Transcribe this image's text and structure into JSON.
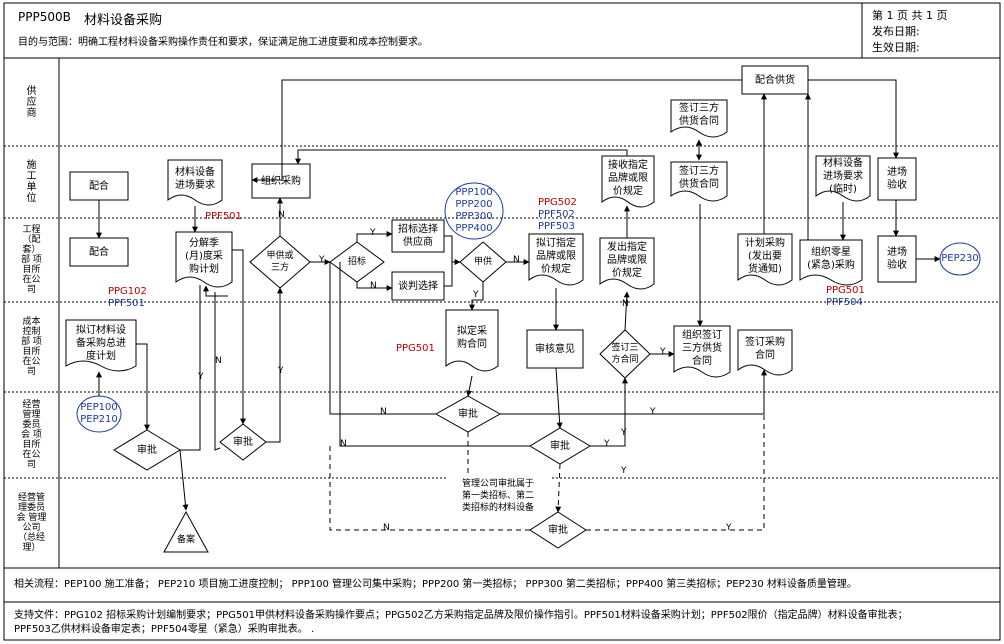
{
  "header": {
    "code": "PPP500B",
    "title": "材料设备采购",
    "purpose": "目的与范围：明确工程材料设备采购操作责任和要求，保证满足施工进度要和成本控制要求。",
    "page_info": "第 1 页    共 1 页",
    "publish_date": "发布日期:",
    "effective_date": "生效日期:"
  },
  "lanes": [
    {
      "label": "供应商"
    },
    {
      "label": "施工单位"
    },
    {
      "label": "工程（配套）部 项目所在公司"
    },
    {
      "label": "成本控制部 项目所在公司"
    },
    {
      "label": "经营管理委员会 项目所在公司"
    },
    {
      "label": "经营管理委员会 管理公司 （总经理）"
    }
  ],
  "nodes": {
    "peihe_top": "配合",
    "peihe_mid": "配合",
    "cailiao_yaoqiu": "材料设备\n进场要求",
    "fenjie_plan": "分解季\n(月)度采\n购计划",
    "zuzhi_caigou": "组织采购",
    "jiafu_sanfang": "甲供或\n三方",
    "zhaobiao": "招标",
    "zhaobiao_xuanze": "招标选择\n供应商",
    "tanpan_xuanze": "谈判选择",
    "jiagong": "甲供",
    "niding_pinpai": "拟订指定\n品牌或限\n价规定",
    "jieshou_pinpai": "接收指定\n品牌或限\n价规定",
    "qianding_top": "签订三方\n供货合同",
    "qianding_mid": "签订三方\n供货合同",
    "peihe_gonghuo": "配合供货",
    "chuju_pinpai": "发出指定\n品牌或限\n价规定",
    "jihua_caigou": "计划采购\n(发出要\n货通知)",
    "cailiao_linshi": "材料设备\n进场要求\n(临时)",
    "lingxing_caigou": "组织零星\n(紧急)采购",
    "jinchang_top": "进场\n验收",
    "jinchang_mid": "进场\n验收",
    "niding_zong": "拟订材料设\n备采购总进\n度计划",
    "niding_hetong": "拟定采\n购合同",
    "shenhe_yijian": "审核意见",
    "qianding_sanfang_d": "签订三\n方合同",
    "zuzhi_qianding": "组织签订\n三方供货\n合同",
    "qianding_caigou": "签订采购\n合同",
    "shenpi1": "审批",
    "shenpi2": "审批",
    "shenpi3": "审批",
    "shenpi4": "审批",
    "shenpi5": "审批",
    "beian": "备案",
    "note": "管理公司审批属于\n第一类招标、第二\n类招标的材料设备"
  },
  "circles": {
    "ppp100_200": "PPP100\nPPP200\nPPP300\nPPP400",
    "pep100": "PEP100\nPEP210",
    "pep230": "PEP230"
  },
  "refs": {
    "ppf501_a": "PPF501",
    "ppg102": "PPG102",
    "ppf501_b": "PPF501",
    "ppg502": "PPG502",
    "ppf502": "PPF502",
    "ppf503": "PPF503",
    "ppg501": "PPG501",
    "ppg501_b": "PPG501",
    "ppf504": "PPF504"
  },
  "edge_labels": {
    "y": "Y",
    "n": "N"
  },
  "footer": {
    "related": "相关流程：PEP100 施工准备；  PEP210 项目施工进度控制；  PPP100 管理公司集中采购；PPP200 第一类招标；  PPP300 第二类招标；PPP400 第三类招标；PEP230 材料设备质量管理。",
    "support": "支持文件：PPG102 招标采购计划编制要求；PPG501甲供材料设备采购操作要点；PPG502乙方采购指定品牌及限价操作指引。PPF501材料设备采购计划；PPF502限价（指定品牌）材料设备审批表；\n        PPF503乙供材料设备审定表；PPF504零星（紧急）采购审批表。 ."
  }
}
